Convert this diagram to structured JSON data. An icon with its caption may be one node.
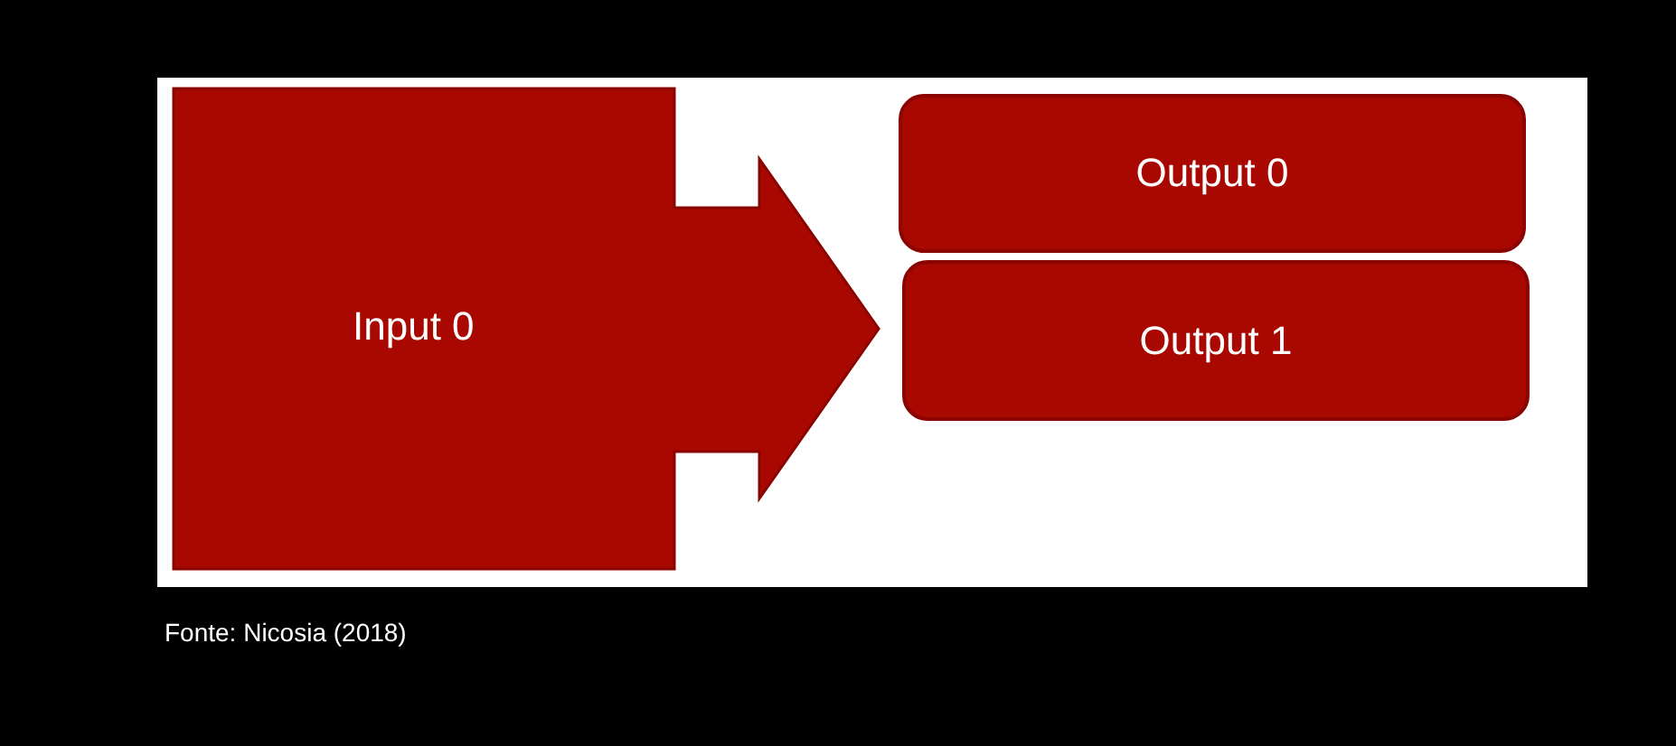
{
  "diagram": {
    "nodes": [
      {
        "text": [
          "Input 0"
        ]
      },
      {
        "text": [
          "Output 0"
        ]
      },
      {
        "text": [
          "Output 1"
        ]
      }
    ],
    "caption": "Fonte: Nicosia (2018)"
  }
}
